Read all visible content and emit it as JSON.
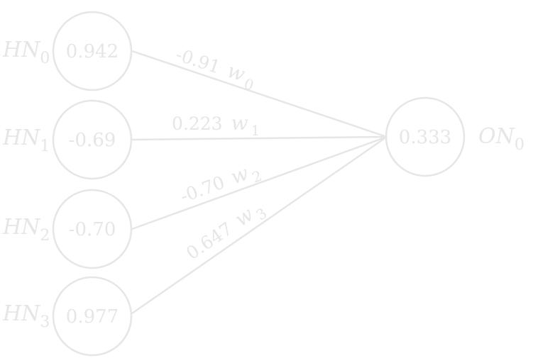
{
  "hidden_nodes": [
    {
      "label": "HN",
      "sub": "0",
      "value": "0.942"
    },
    {
      "label": "HN",
      "sub": "1",
      "value": "-0.69"
    },
    {
      "label": "HN",
      "sub": "2",
      "value": "-0.70"
    },
    {
      "label": "HN",
      "sub": "3",
      "value": "0.977"
    }
  ],
  "output_node": {
    "label": "ON",
    "sub": "0",
    "value": "0.333"
  },
  "weights": [
    {
      "value": "-0.91",
      "name": "w",
      "sub": "0"
    },
    {
      "value": "0.223",
      "name": "w",
      "sub": "1"
    },
    {
      "value": "-0.70",
      "name": "w",
      "sub": "2"
    },
    {
      "value": "0.647",
      "name": "w",
      "sub": "3"
    }
  ],
  "colors": {
    "stroke": "#e6e6e6",
    "text": "#e6e6e6",
    "background": "#ffffff"
  }
}
